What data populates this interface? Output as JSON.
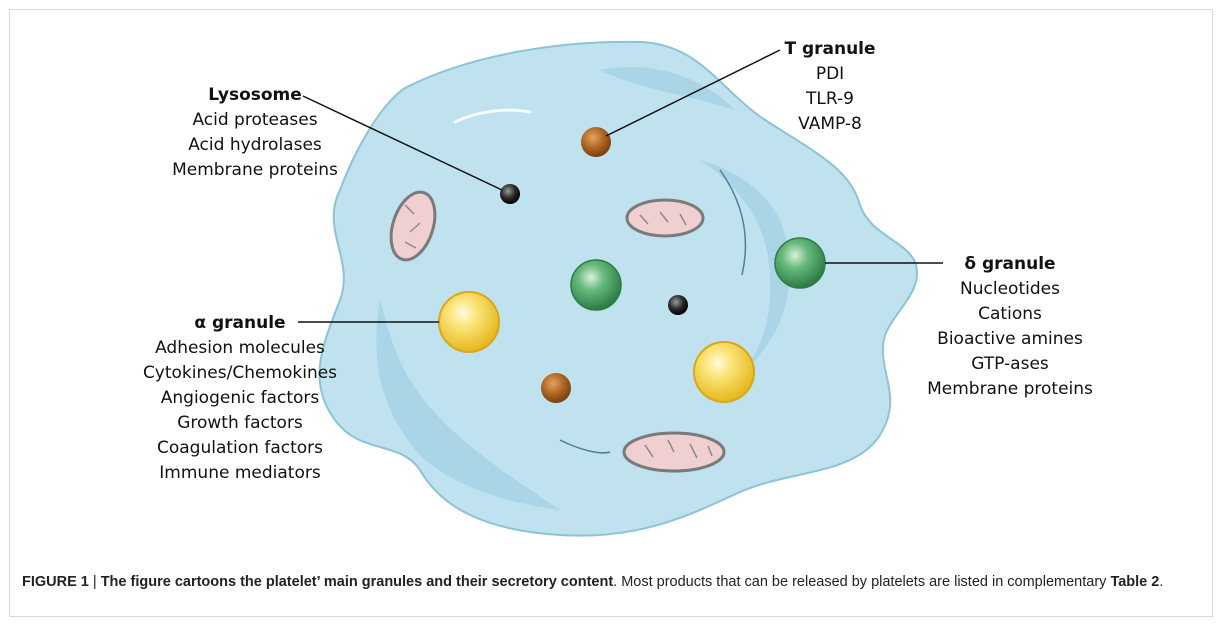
{
  "granules": {
    "lysosome": {
      "title": "Lysosome",
      "items": [
        "Acid proteases",
        "Acid hydrolases",
        "Membrane proteins"
      ]
    },
    "t_granule": {
      "title": "T granule",
      "items": [
        "PDI",
        "TLR-9",
        "VAMP-8"
      ]
    },
    "delta_granule": {
      "title": "δ granule",
      "items": [
        "Nucleotides",
        "Cations",
        "Bioactive amines",
        "GTP-ases",
        "Membrane proteins"
      ]
    },
    "alpha_granule": {
      "title": "α granule",
      "items": [
        "Adhesion molecules",
        "Cytokines/Chemokines",
        "Angiogenic factors",
        "Growth factors",
        "Coagulation factors",
        "Immune mediators"
      ]
    }
  },
  "colors": {
    "platelet_fill": "#bfe2ee",
    "platelet_shade": "#9fd0e2",
    "alpha": "#f6d23c",
    "delta": "#3f9e5c",
    "t_granule": "#a9601e",
    "lysosome": "#2b2b2b",
    "mitochondria": "#f0cfd0"
  },
  "caption": {
    "label": "FIGURE 1",
    "separator": " | ",
    "bold_text": "The figure cartoons the platelet’ main granules and their secretory content",
    "text_1": ". Most products that can be released by platelets are listed in complementary ",
    "table_ref": "Table 2",
    "text_2": "."
  }
}
